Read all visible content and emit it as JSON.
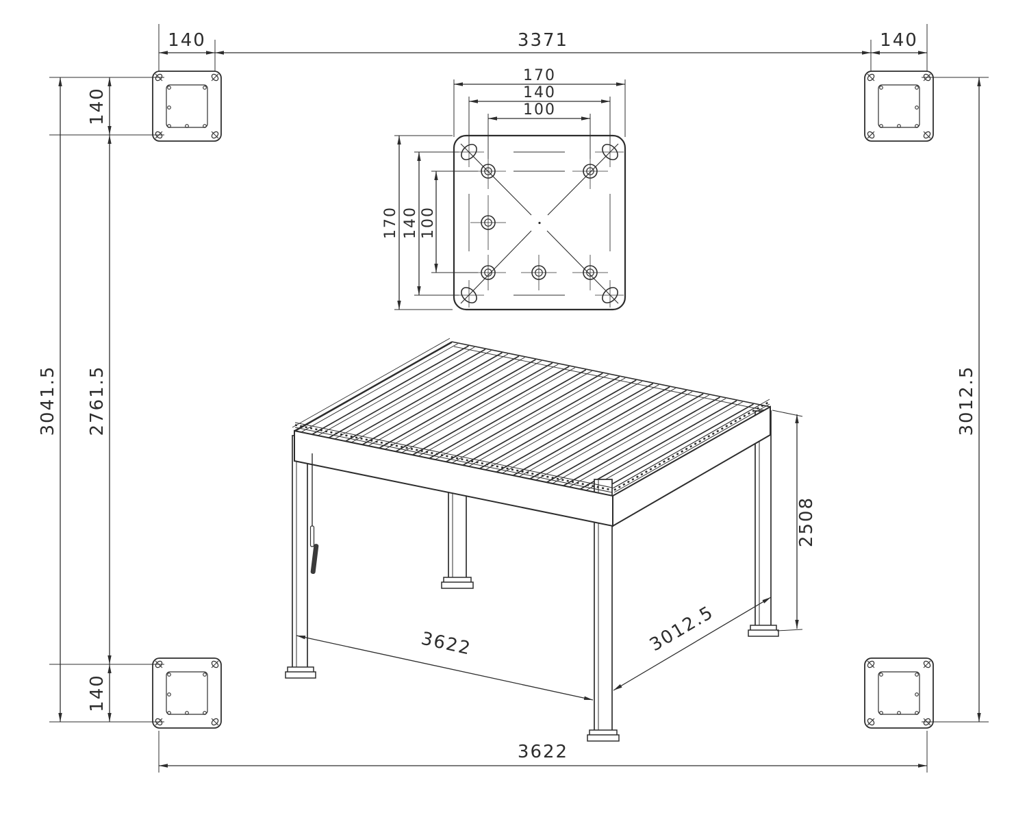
{
  "drawing": {
    "background_color": "#ffffff",
    "line_color": "#2d2d2d",
    "dims": {
      "top_left_140": "140",
      "top_span": "3371",
      "top_right_140": "140",
      "left_outer_height": "3041.5",
      "left_inner_height": "2761.5",
      "left_top_140": "140",
      "left_bottom_140": "140",
      "right_height": "3012.5",
      "bottom_span": "3622",
      "detail_width_outer": "170",
      "detail_width_slots": "140",
      "detail_width_holes": "100",
      "detail_height_outer": "170",
      "detail_height_slots": "140",
      "detail_height_holes": "100",
      "iso_front_width": "3622",
      "iso_depth": "3012.5",
      "iso_post_height": "2508"
    }
  }
}
